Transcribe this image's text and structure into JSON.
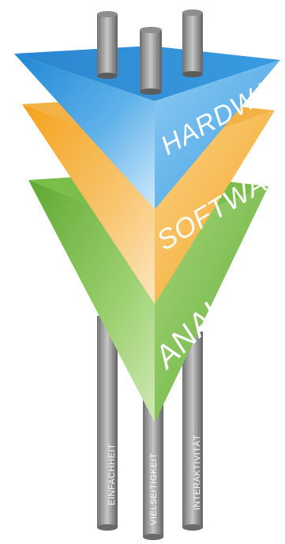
{
  "layers": [
    {
      "label": "HARDWARE",
      "color": "#2b8fd6"
    },
    {
      "label": "SOFTWARE",
      "color": "#f0a11e"
    },
    {
      "label": "ANALOG",
      "color": "#6db33f"
    }
  ],
  "pillars": [
    {
      "label": "EINFACHHEIT"
    },
    {
      "label": "VIELSEITIGKEIT"
    },
    {
      "label": "INTERAKTIVITÄT"
    }
  ]
}
